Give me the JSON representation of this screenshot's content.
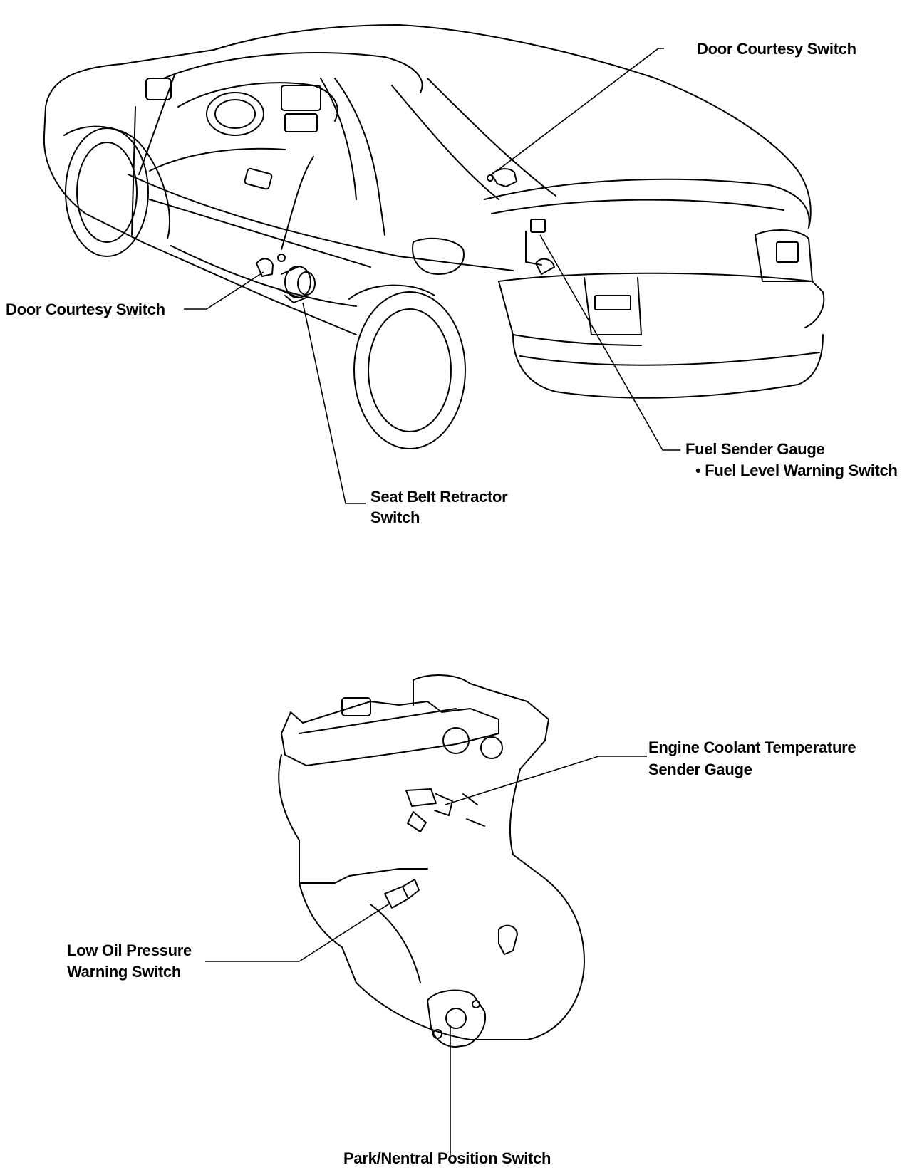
{
  "labels": {
    "door_courtesy_switch_right": "Door Courtesy Switch",
    "door_courtesy_switch_left": "Door Courtesy Switch",
    "fuel_sender_gauge": "Fuel Sender Gauge",
    "fuel_level_warning_switch": "• Fuel Level Warning Switch",
    "seat_belt_retractor_switch_line1": "Seat Belt Retractor",
    "seat_belt_retractor_switch_line2": "Switch",
    "engine_coolant_line1": "Engine Coolant Temperature",
    "engine_coolant_line2": "Sender Gauge",
    "low_oil_line1": "Low Oil Pressure",
    "low_oil_line2": "Warning Switch",
    "park_neutral_position_switch": "Park/Nentral Position Switch"
  }
}
